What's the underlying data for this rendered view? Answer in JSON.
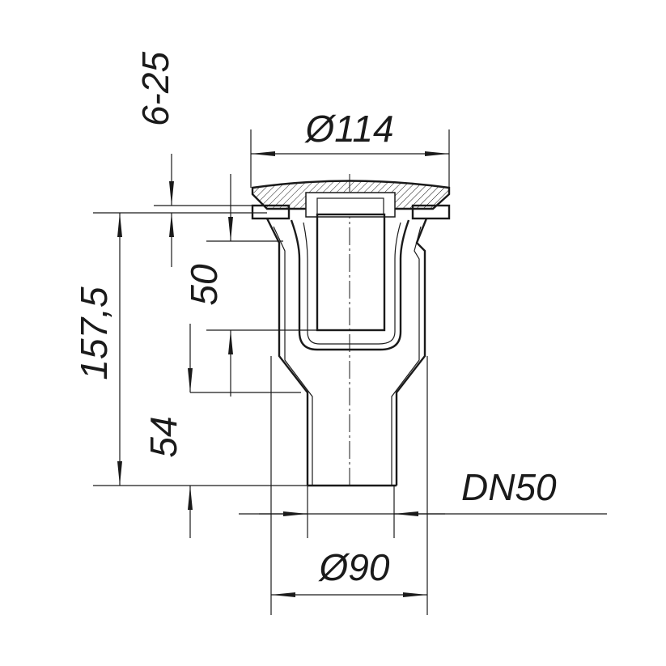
{
  "dimensions": {
    "grate_diameter": "Ø114",
    "adjustment_range": "6-25",
    "total_height": "157,5",
    "trap_depth": "50",
    "outlet_length": "54",
    "nominal_size": "DN50",
    "body_diameter": "Ø90"
  },
  "colors": {
    "line": "#1a1a1a",
    "background": "#ffffff"
  }
}
